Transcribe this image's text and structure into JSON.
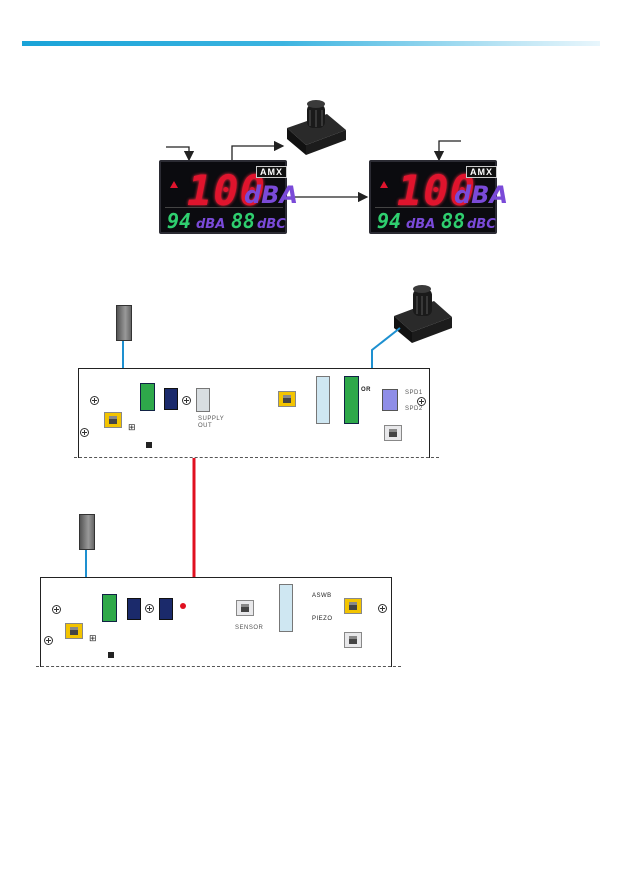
{
  "colors": {
    "accent": "#1aa3d8",
    "cable_red": "#e01020",
    "cable_blue": "#1e90d0",
    "display_red": "#e0142d",
    "display_purple": "#7a4ad8",
    "display_green": "#2fcf6f"
  },
  "meter1": {
    "big_value": "100",
    "big_unit": "dBA",
    "small_left": "94",
    "small_left_unit": "dBA",
    "small_right": "88",
    "small_right_unit": "dBC",
    "logo": "AMX"
  },
  "meter2": {
    "big_value": "100",
    "big_unit": "dBA",
    "small_left": "94",
    "small_left_unit": "dBA",
    "small_right": "88",
    "small_right_unit": "dBC",
    "logo": "AMX"
  },
  "panel1": {
    "supply_label": "SUPPLY\nOUT",
    "spd1": "SPD1",
    "spd2": "SPD2",
    "sensor_label": "OR"
  },
  "panel2": {
    "sensor_label": "SENSOR",
    "aswb": "ASWB",
    "piezo": "PIEZO"
  }
}
